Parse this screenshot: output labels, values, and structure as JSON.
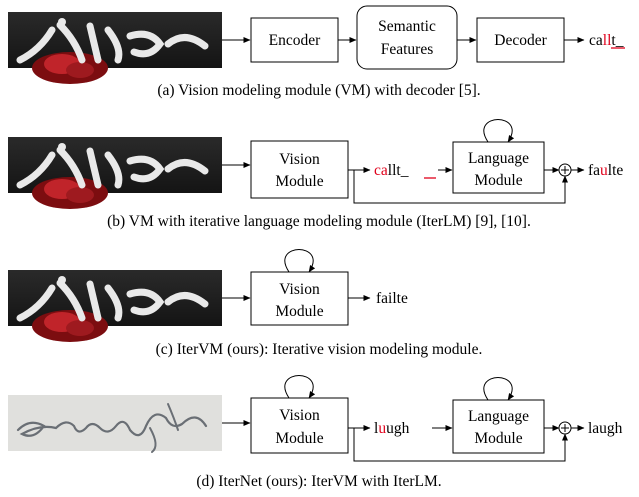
{
  "colors": {
    "highlight": "#e0001b",
    "stroke": "#000000",
    "background": "#ffffff"
  },
  "images": {
    "word_image_a": "failte",
    "word_image_b": "failte",
    "word_image_c": "failte",
    "word_image_d": "laugh handwritten"
  },
  "panel_a": {
    "encoder": "Encoder",
    "semantic_line1": "Semantic",
    "semantic_line2": "Features",
    "decoder": "Decoder",
    "output": {
      "pre": "ca",
      "mid": "ll",
      "post": "t_"
    },
    "caption": "(a) Vision modeling module (VM) with decoder [5]."
  },
  "panel_b": {
    "vision_line1": "Vision",
    "vision_line2": "Module",
    "intermediate": {
      "pre": "ca",
      "mid": "ll",
      "post": "t_"
    },
    "language_line1": "Language",
    "language_line2": "Module",
    "output": {
      "pre": "fa",
      "mid": "u",
      "post": "lte"
    },
    "caption": "(b) VM with iterative language modeling module (IterLM) [9], [10]."
  },
  "panel_c": {
    "vision_line1": "Vision",
    "vision_line2": "Module",
    "output": "failte",
    "caption": "(c) IterVM (ours): Iterative vision modeling module."
  },
  "panel_d": {
    "vision_line1": "Vision",
    "vision_line2": "Module",
    "intermediate": {
      "pre": "l",
      "mid": "u",
      "post": "ugh"
    },
    "language_line1": "Language",
    "language_line2": "Module",
    "output": "laugh",
    "caption": "(d) IterNet (ours): IterVM with IterLM."
  }
}
